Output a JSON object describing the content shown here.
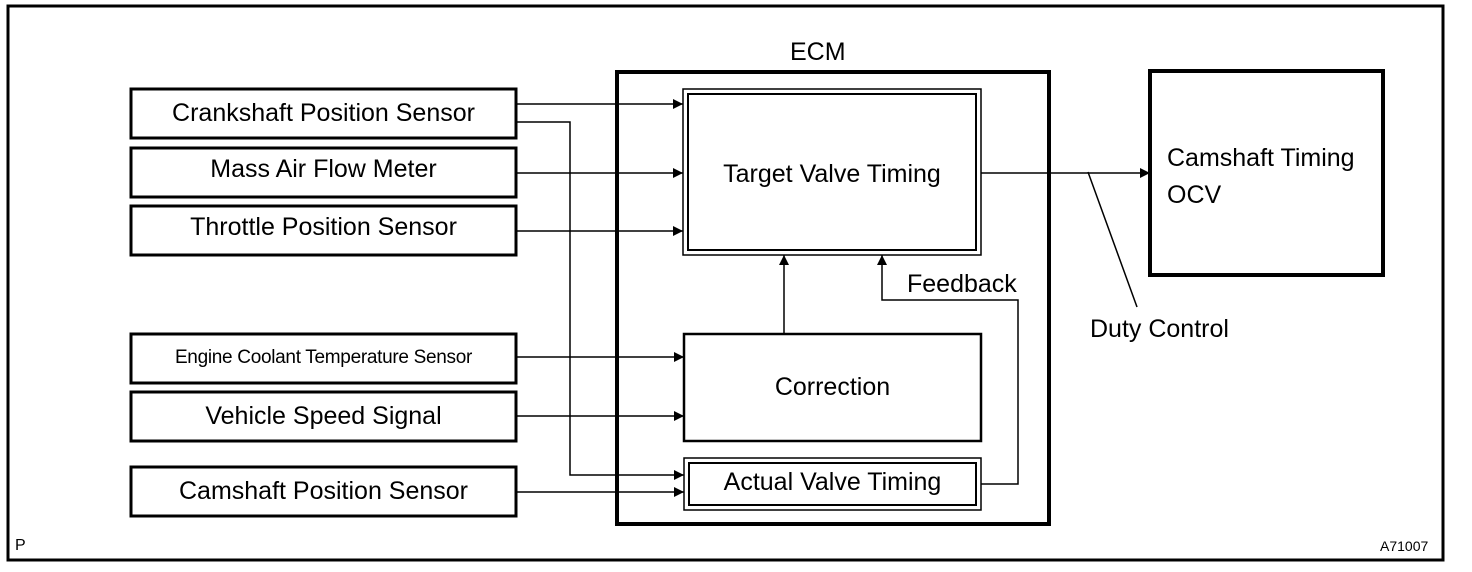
{
  "diagram": {
    "ecm_title": "ECM",
    "sensors": [
      "Crankshaft Position Sensor",
      "Mass Air Flow Meter",
      "Throttle Position Sensor",
      "Engine Coolant Temperature Sensor",
      "Vehicle Speed Signal",
      "Camshaft Position Sensor"
    ],
    "target_valve_timing": "Target Valve Timing",
    "correction": "Correction",
    "actual_valve_timing": "Actual Valve Timing",
    "feedback_label": "Feedback",
    "duty_control_label": "Duty Control",
    "ocv_line1": "Camshaft Timing",
    "ocv_line2": "OCV",
    "corner_left": "P",
    "figure_code": "A71007"
  }
}
